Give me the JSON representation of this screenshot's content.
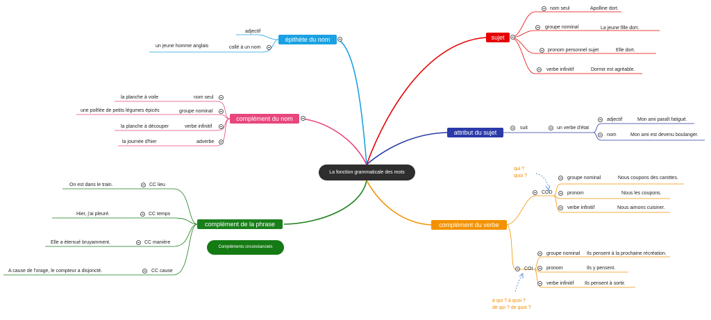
{
  "center": {
    "label": "La fonction grammaticale des mots"
  },
  "colors": {
    "sujet": "#e60000",
    "epithete": "#1ba1e2",
    "complement_nom": "#e8467c",
    "attribut": "#2b3aa8",
    "complement_phrase": "#1a7f1a",
    "complement_verbe": "#f39200"
  },
  "sujet": {
    "label": "sujet",
    "items": [
      {
        "function": "nom seul",
        "example": "Apolline dort."
      },
      {
        "function": "groupe nominal",
        "example": "La jeune fille dort."
      },
      {
        "function": "pronom personnel sujet",
        "example": "Elle dort."
      },
      {
        "function": "verbe infinitif",
        "example": "Dormir est agréable."
      }
    ]
  },
  "epithete": {
    "label": "épithète du nom",
    "items": [
      {
        "function": "adjectif",
        "example": ""
      },
      {
        "function": "collé à un nom",
        "example": "un jeune homme anglais"
      }
    ]
  },
  "complement_nom": {
    "label": "complément du nom",
    "items": [
      {
        "function": "nom seul",
        "example": "la planche à voile"
      },
      {
        "function": "groupe nominal",
        "example": "une poêlée de petits légumes épicés"
      },
      {
        "function": "verbe infinitif",
        "example": "la planche à découper"
      },
      {
        "function": "adverbe",
        "example": "la journée d'hier"
      }
    ]
  },
  "attribut": {
    "label": "attribut du sujet",
    "suit": "suit",
    "verbe_etat": "un verbe d'état",
    "items": [
      {
        "function": "adjectif",
        "example": "Mon ami paraît fatigué."
      },
      {
        "function": "nom",
        "example": "Mon ami est devenu boulanger."
      }
    ]
  },
  "complement_phrase": {
    "label": "complément de la phrase",
    "items": [
      {
        "function": "CC lieu",
        "example": "On est dans le train."
      },
      {
        "function": "CC temps",
        "example": "Hier, j'ai pleuré."
      },
      {
        "function": "CC manière",
        "example": "Elle a éternué bruyamment."
      },
      {
        "function": "CC cause",
        "example": "A cause de l'orage, le compteur a disjoncté."
      }
    ],
    "pill": "Compléments circonstanciels"
  },
  "complement_verbe": {
    "label": "complément du verbe",
    "cod": {
      "label": "COD",
      "question": [
        "qui ?",
        "quoi ?"
      ],
      "items": [
        {
          "function": "groupe nominal",
          "example": "Nous coupons des carottes."
        },
        {
          "function": "pronom",
          "example": "Nous les coupons."
        },
        {
          "function": "verbe infinitif",
          "example": "Nous aimons cuisiner."
        }
      ]
    },
    "coi": {
      "label": "COI",
      "question": [
        "à qui ? à quoi ?",
        "de qui ? de quoi ?"
      ],
      "items": [
        {
          "function": "groupe nominal",
          "example": "Ils pensent à la prochaine récréation."
        },
        {
          "function": "pronom",
          "example": "Ils y pensent."
        },
        {
          "function": "verbe infinitif",
          "example": "Ils pensent à sortir."
        }
      ]
    }
  }
}
